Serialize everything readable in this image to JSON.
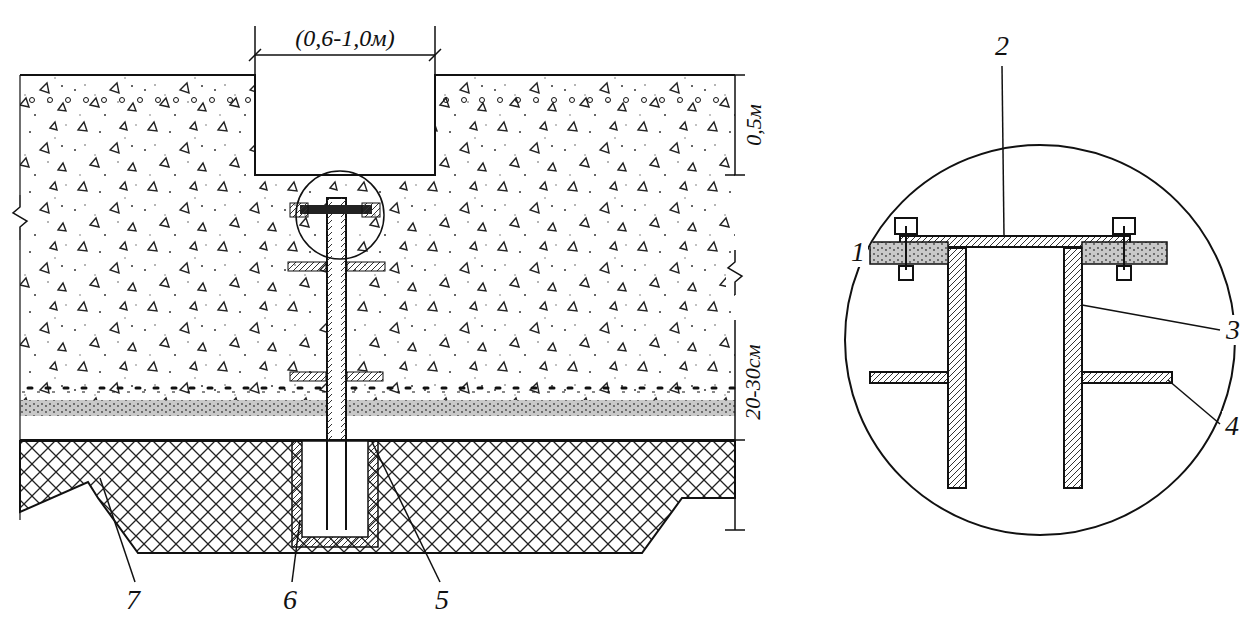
{
  "diagram": {
    "labels": [
      "(0,6-1,0м)",
      "0,5м",
      "20-30см",
      "1",
      "2",
      "3",
      "4",
      "5",
      "6",
      "7"
    ]
  }
}
